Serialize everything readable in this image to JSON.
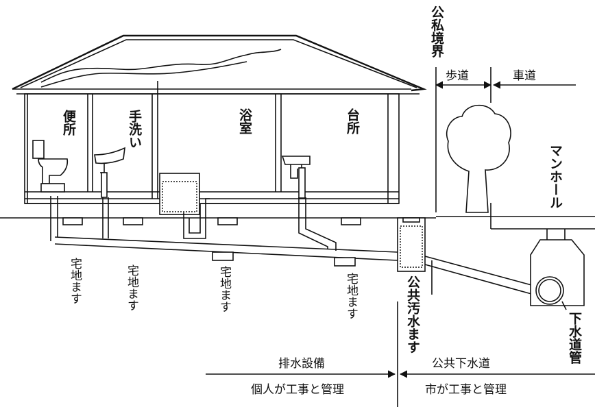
{
  "rooms": {
    "toilet": "便所",
    "handwash": "手洗い",
    "bath": "浴室",
    "kitchen": "台所"
  },
  "boundary": "公私境界",
  "sidewalk": "歩道",
  "roadway": "車道",
  "manhole": "マンホール",
  "house_basin": "宅地ます",
  "public_basin": "公共汚水ます",
  "sewer_pipe": "下水道管",
  "private_section": {
    "title": "排水設備",
    "note": "個人が工事と管理"
  },
  "public_section": {
    "title": "公共下水道",
    "note": "市が工事と管理"
  }
}
